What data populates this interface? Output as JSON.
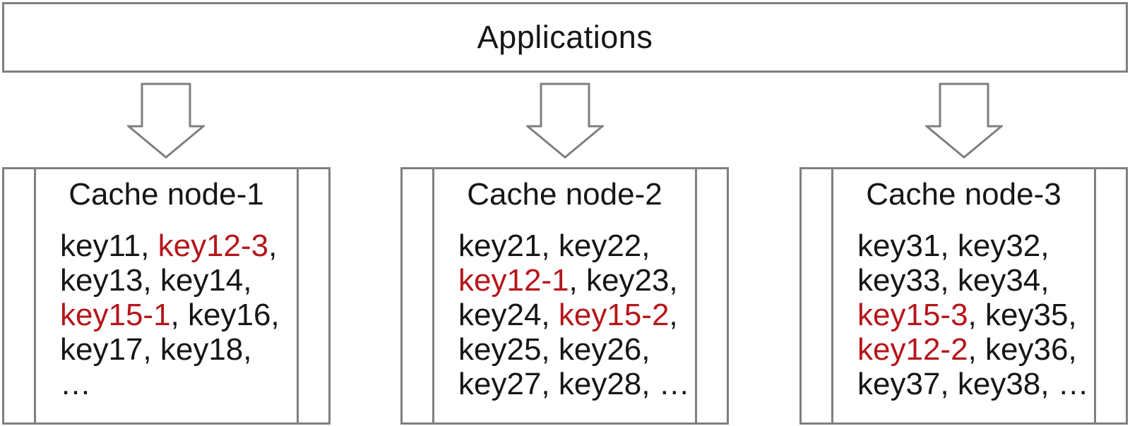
{
  "diagram": {
    "applications_box": {
      "label": "Applications"
    },
    "icons": {
      "flow_arrow": "block-down-arrow-outline"
    },
    "colors": {
      "border_gray": "#7f7f7f",
      "text_black": "#161616",
      "key_highlight_red": "#b5161b",
      "background": "#ffffff"
    },
    "nodes": [
      {
        "title": "Cache node-1",
        "lines": [
          [
            {
              "text": "key11, ",
              "red": false
            },
            {
              "text": "key12-3",
              "red": true
            },
            {
              "text": ",",
              "red": false
            }
          ],
          [
            {
              "text": "key13, key14,",
              "red": false
            }
          ],
          [
            {
              "text": "key15-1",
              "red": true
            },
            {
              "text": ", key16,",
              "red": false
            }
          ],
          [
            {
              "text": "key17, key18,",
              "red": false
            }
          ],
          [
            {
              "text": "…",
              "red": false
            }
          ]
        ]
      },
      {
        "title": "Cache node-2",
        "lines": [
          [
            {
              "text": "key21, key22,",
              "red": false
            }
          ],
          [
            {
              "text": "key12-1",
              "red": true
            },
            {
              "text": ", key23,",
              "red": false
            }
          ],
          [
            {
              "text": "key24, ",
              "red": false
            },
            {
              "text": "key15-2",
              "red": true
            },
            {
              "text": ",",
              "red": false
            }
          ],
          [
            {
              "text": "key25, key26,",
              "red": false
            }
          ],
          [
            {
              "text": "key27, key28, …",
              "red": false
            }
          ]
        ]
      },
      {
        "title": "Cache node-3",
        "lines": [
          [
            {
              "text": "key31, key32,",
              "red": false
            }
          ],
          [
            {
              "text": "key33, key34,",
              "red": false
            }
          ],
          [
            {
              "text": "key15-3",
              "red": true
            },
            {
              "text": ", key35,",
              "red": false
            }
          ],
          [
            {
              "text": "key12-2",
              "red": true
            },
            {
              "text": ", key36,",
              "red": false
            }
          ],
          [
            {
              "text": "key37, key38, …",
              "red": false
            }
          ]
        ]
      }
    ]
  }
}
